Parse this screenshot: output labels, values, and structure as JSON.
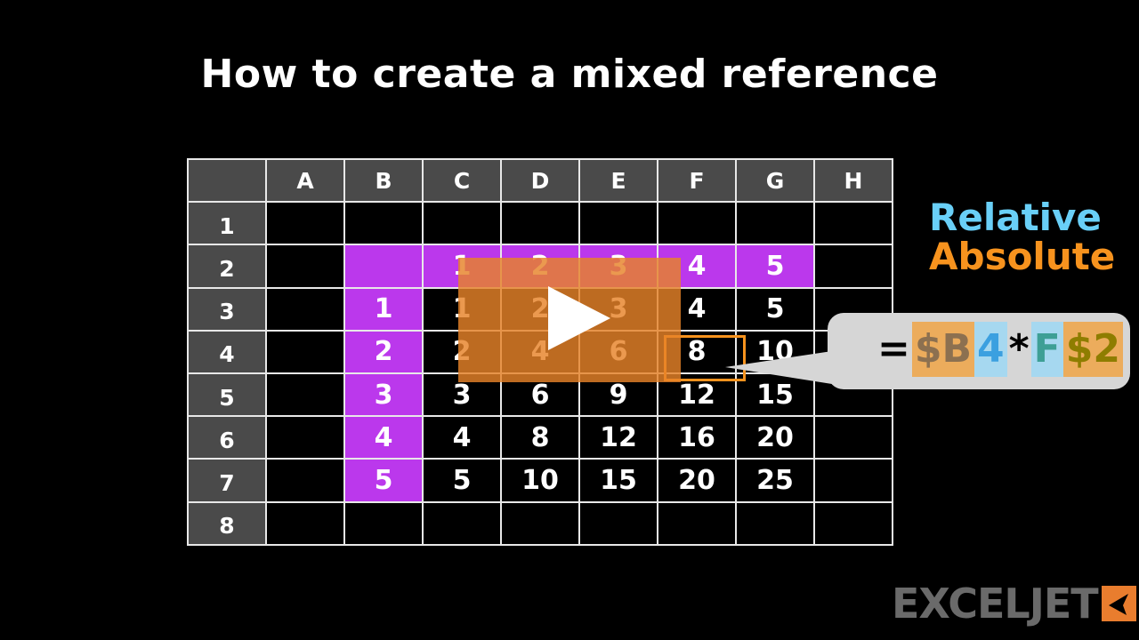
{
  "title": "How to create a mixed reference",
  "grid": {
    "columns": [
      "",
      "A",
      "B",
      "C",
      "D",
      "E",
      "F",
      "G",
      "H"
    ],
    "rows": [
      {
        "label": "1",
        "cells": [
          "",
          "",
          "",
          "",
          "",
          "",
          "",
          ""
        ]
      },
      {
        "label": "2",
        "cells": [
          "",
          "",
          "1",
          "2",
          "3",
          "4",
          "5",
          ""
        ]
      },
      {
        "label": "3",
        "cells": [
          "",
          "1",
          "1",
          "2",
          "3",
          "4",
          "5",
          ""
        ]
      },
      {
        "label": "4",
        "cells": [
          "",
          "2",
          "2",
          "4",
          "6",
          "8",
          "10",
          ""
        ]
      },
      {
        "label": "5",
        "cells": [
          "",
          "3",
          "3",
          "6",
          "9",
          "12",
          "15",
          ""
        ]
      },
      {
        "label": "6",
        "cells": [
          "",
          "4",
          "4",
          "8",
          "12",
          "16",
          "20",
          ""
        ]
      },
      {
        "label": "7",
        "cells": [
          "",
          "5",
          "5",
          "10",
          "15",
          "20",
          "25",
          ""
        ]
      },
      {
        "label": "8",
        "cells": [
          "",
          "",
          "",
          "",
          "",
          "",
          "",
          ""
        ]
      }
    ],
    "selected_cell": "F4"
  },
  "legend": {
    "relative": "Relative",
    "absolute": "Absolute",
    "relative_color": "#69cff7",
    "absolute_color": "#f7931e"
  },
  "formula": {
    "eq": "=",
    "part1_abs": "$B",
    "part1_rel": "4",
    "op": "*",
    "part2_rel": "F",
    "part2_abs": "$2"
  },
  "video": {
    "play_icon": "play-icon"
  },
  "logo": {
    "text": "EXCELJET"
  },
  "colors": {
    "purple": "#bb38ec",
    "header_gray": "#4a4a4a",
    "orange": "#f7931e"
  }
}
